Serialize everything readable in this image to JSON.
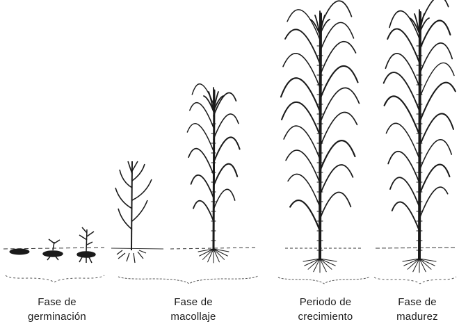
{
  "stages": [
    {
      "line1": "Fase de",
      "line2": "germinación"
    },
    {
      "line1": "Fase de",
      "line2": "macollaje"
    },
    {
      "line1": "Periodo de",
      "line2": "crecimiento"
    },
    {
      "line1": "Fase de",
      "line2": "madurez"
    }
  ],
  "colors": {
    "ink": "#1a1a1a",
    "background": "#ffffff"
  }
}
